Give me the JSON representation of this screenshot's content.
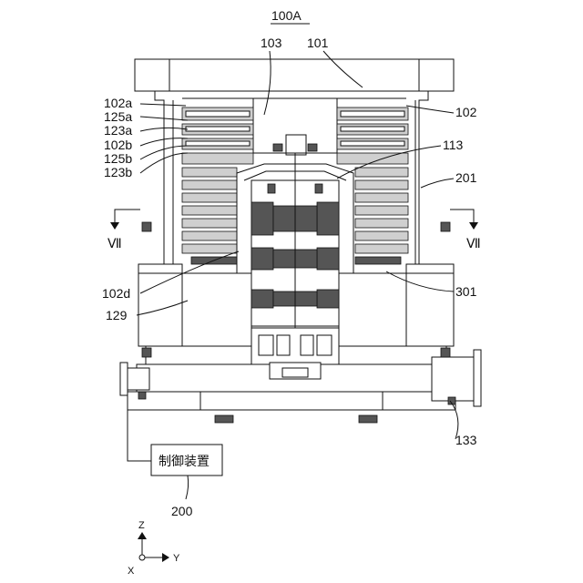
{
  "figure": {
    "title": "100A"
  },
  "labels": {
    "l103": "103",
    "l101": "101",
    "l102a": "102a",
    "l125a": "125a",
    "l123a": "123a",
    "l102b": "102b",
    "l125b": "125b",
    "l123b": "123b",
    "l102": "102",
    "l113": "113",
    "l201": "201",
    "l102d": "102d",
    "l301": "301",
    "l129": "129",
    "l133": "133",
    "l200": "200",
    "section_left": "Ⅶ",
    "section_right": "Ⅶ"
  },
  "controller": {
    "label": "制御装置"
  },
  "axes": {
    "z": "Z",
    "y": "Y",
    "x": "X"
  }
}
